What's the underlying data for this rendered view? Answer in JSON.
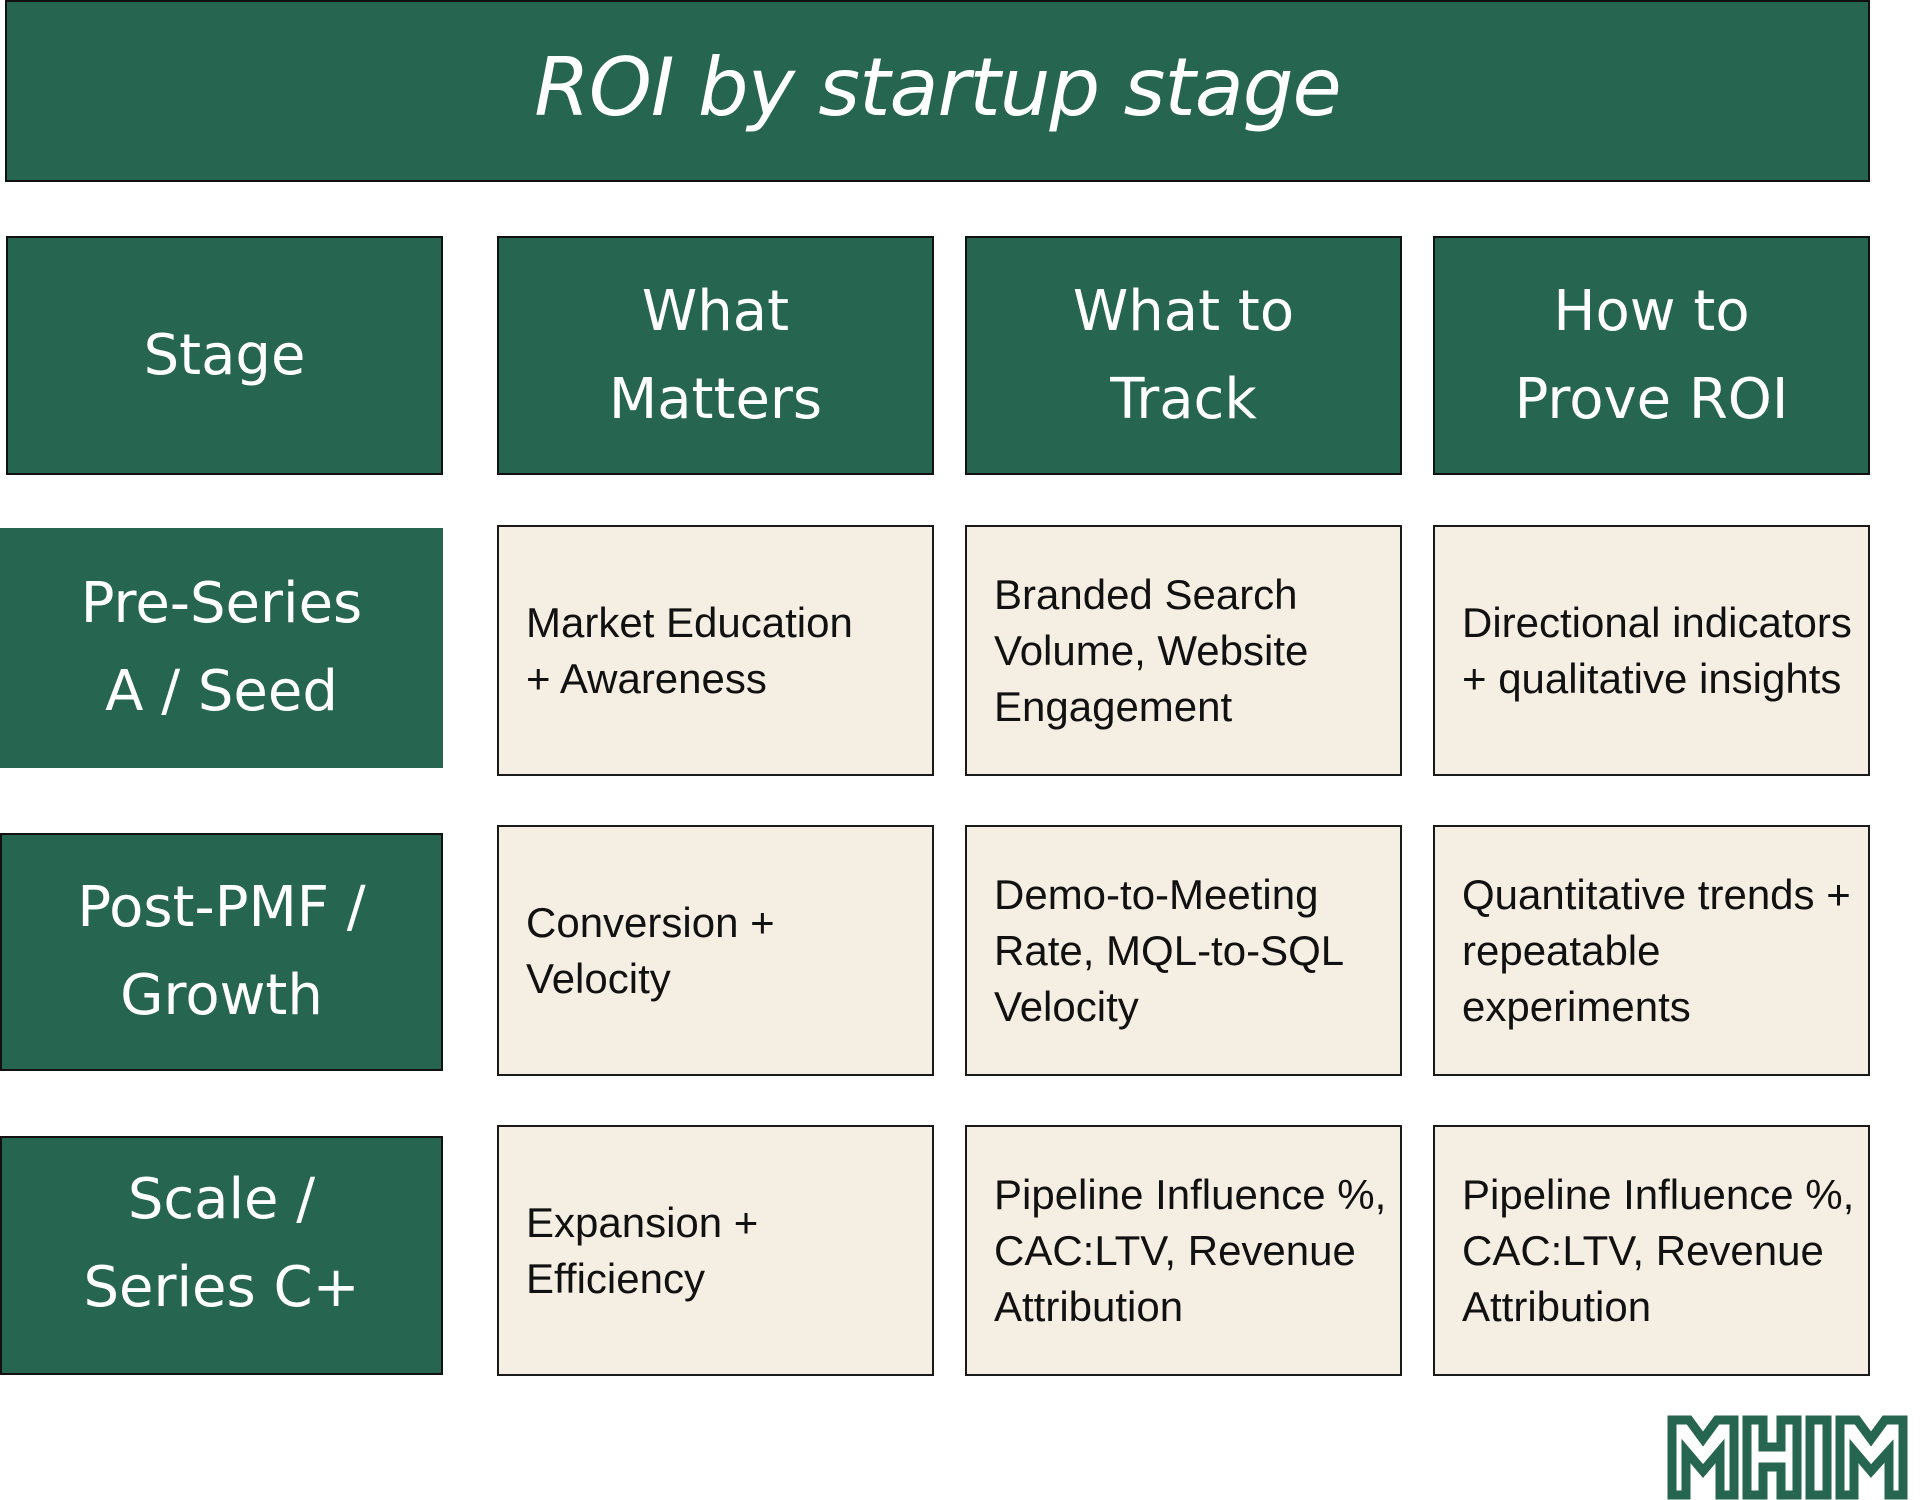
{
  "title": "ROI by startup stage",
  "colors": {
    "green": "#266650",
    "cream": "#F5EEE2",
    "text_dark": "#111111",
    "text_light": "#FFFFFF"
  },
  "columns": [
    "Stage",
    "What\nMatters",
    "What to\nTrack",
    "How to\nProve ROI"
  ],
  "rows": [
    {
      "stage": "Pre-Series\nA / Seed",
      "what_matters": "Market Education + Awareness",
      "what_to_track": "Branded Search Volume, Website Engagement",
      "how_to_prove": "Directional indicators + qualitative insights"
    },
    {
      "stage": "Post-PMF /\nGrowth",
      "what_matters": "Conversion + Velocity",
      "what_to_track": "Demo-to-Meeting Rate, MQL-to-SQL Velocity",
      "how_to_prove": "Quantitative trends + repeatable experiments"
    },
    {
      "stage": "Scale /\nSeries C+",
      "what_matters": "Expansion + Efficiency",
      "what_to_track": "Pipeline Influence %, CAC:LTV, Revenue Attribution",
      "how_to_prove": "Pipeline Influence %, CAC:LTV, Revenue Attribution"
    }
  ],
  "logo": {
    "text": "MHIM",
    "icon": "mhim-logo-icon"
  }
}
